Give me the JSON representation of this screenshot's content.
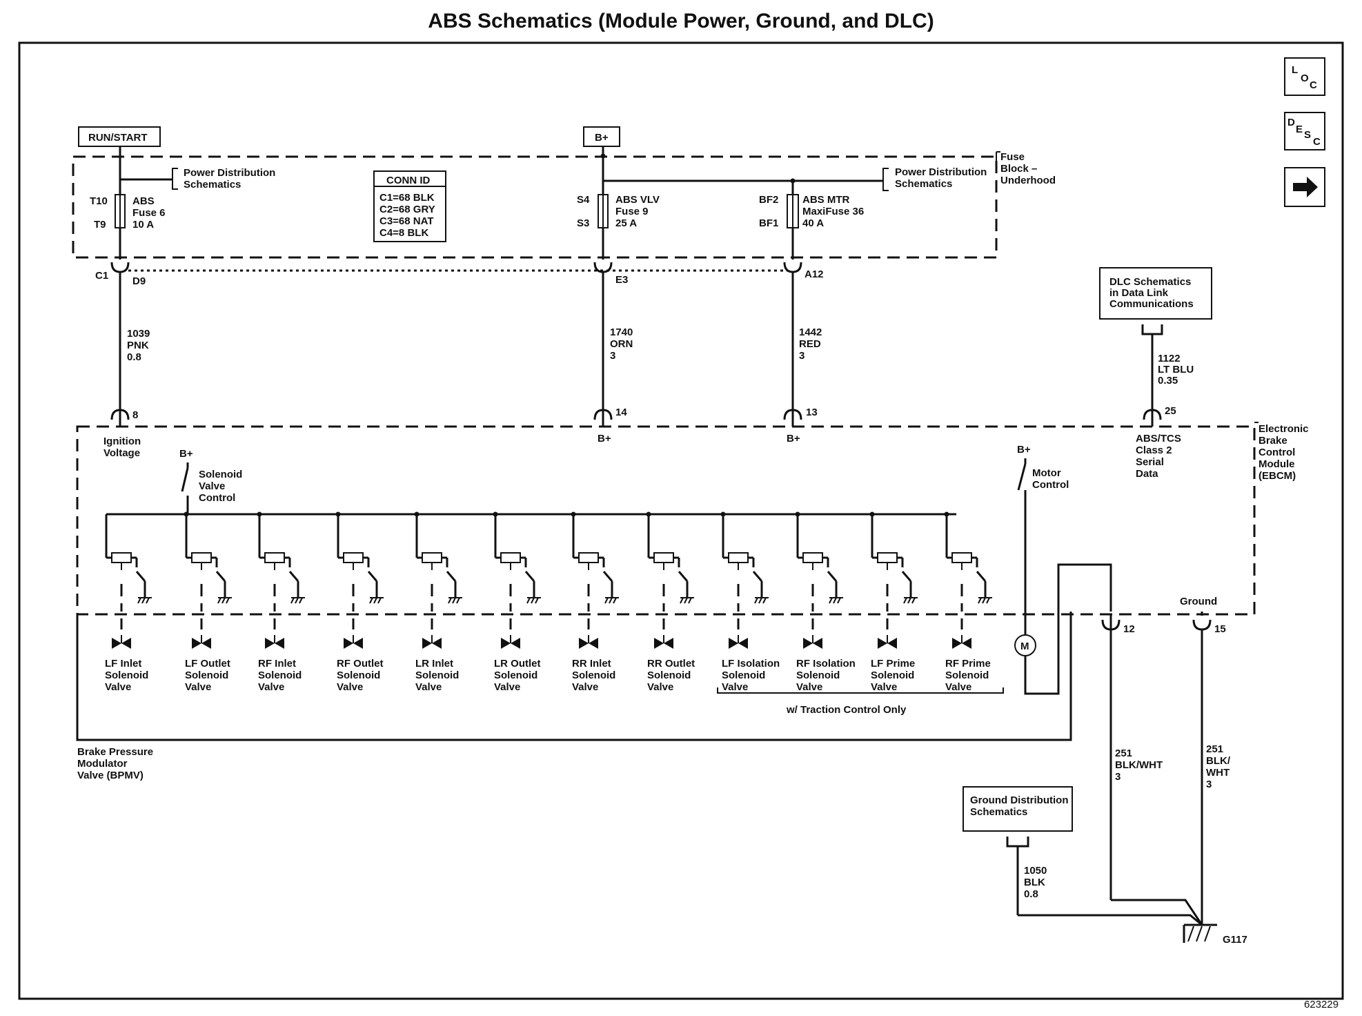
{
  "title": "ABS Schematics (Module Power, Ground, and DLC)",
  "figure_number": "623229",
  "nav": {
    "loc": [
      "L",
      "O",
      "C"
    ],
    "desc": [
      "D",
      "E",
      "S",
      "C"
    ],
    "next_icon": "arrow-right-icon"
  },
  "sources": {
    "run_start": "RUN/START",
    "b_plus": "B+"
  },
  "fuse_block": [
    "Fuse",
    "Block –",
    "Underhood"
  ],
  "power_dist": [
    "Power Distribution",
    "Schematics"
  ],
  "conn_id": {
    "title": "CONN ID",
    "lines": [
      "C1=68 BLK",
      "C2=68 GRY",
      "C3=68 NAT",
      "C4=8 BLK"
    ]
  },
  "fuses": [
    {
      "top_term": "T10",
      "bot_term": "T9",
      "lines": [
        "ABS",
        "Fuse 6",
        "10 A"
      ]
    },
    {
      "top_term": "S4",
      "bot_term": "S3",
      "lines": [
        "ABS VLV",
        "Fuse 9",
        "25 A"
      ]
    },
    {
      "top_term": "BF2",
      "bot_term": "BF1",
      "lines": [
        "ABS MTR",
        "MaxiFuse 36",
        "40 A"
      ]
    }
  ],
  "connectors": {
    "c1": "C1",
    "d9": "D9",
    "e3": "E3",
    "a12": "A12"
  },
  "wires": {
    "w1": [
      "1039",
      "PNK",
      "0.8"
    ],
    "w2": [
      "1740",
      "ORN",
      "3"
    ],
    "w3": [
      "1442",
      "RED",
      "3"
    ],
    "w4": [
      "1122",
      "LT BLU",
      "0.35"
    ],
    "w5": [
      "251",
      "BLK/WHT",
      "3"
    ],
    "w6": [
      "251",
      "BLK/",
      "WHT",
      "3"
    ],
    "w7": [
      "1050",
      "BLK",
      "0.8"
    ]
  },
  "dlc": [
    "DLC Schematics",
    "in Data Link",
    "Communications"
  ],
  "pins": {
    "p8": "8",
    "p14": "14",
    "p13": "13",
    "p25": "25",
    "p12": "12",
    "p15": "15"
  },
  "ebcm": {
    "name": [
      "Electronic",
      "Brake",
      "Control",
      "Module",
      "(EBCM)"
    ],
    "ignition": [
      "Ignition",
      "Voltage"
    ],
    "b_plus": "B+",
    "solenoid_ctrl": [
      "Solenoid",
      "Valve",
      "Control"
    ],
    "motor_ctrl": [
      "Motor",
      "Control"
    ],
    "serial": [
      "ABS/TCS",
      "Class 2",
      "Serial",
      "Data"
    ],
    "ground": "Ground"
  },
  "valves": [
    [
      "LF Inlet",
      "Solenoid",
      "Valve"
    ],
    [
      "LF Outlet",
      "Solenoid",
      "Valve"
    ],
    [
      "RF Inlet",
      "Solenoid",
      "Valve"
    ],
    [
      "RF Outlet",
      "Solenoid",
      "Valve"
    ],
    [
      "LR Inlet",
      "Solenoid",
      "Valve"
    ],
    [
      "LR Outlet",
      "Solenoid",
      "Valve"
    ],
    [
      "RR Inlet",
      "Solenoid",
      "Valve"
    ],
    [
      "RR Outlet",
      "Solenoid",
      "Valve"
    ],
    [
      "LF Isolation",
      "Solenoid",
      "Valve"
    ],
    [
      "RF Isolation",
      "Solenoid",
      "Valve"
    ],
    [
      "LF Prime",
      "Solenoid",
      "Valve"
    ],
    [
      "RF Prime",
      "Solenoid",
      "Valve"
    ]
  ],
  "traction_note": "w/ Traction Control Only",
  "bpmv": [
    "Brake Pressure",
    "Modulator",
    "Valve (BPMV)"
  ],
  "motor_symbol": "M",
  "ground_dist": [
    "Ground Distribution",
    "Schematics"
  ],
  "ground_point": "G117"
}
